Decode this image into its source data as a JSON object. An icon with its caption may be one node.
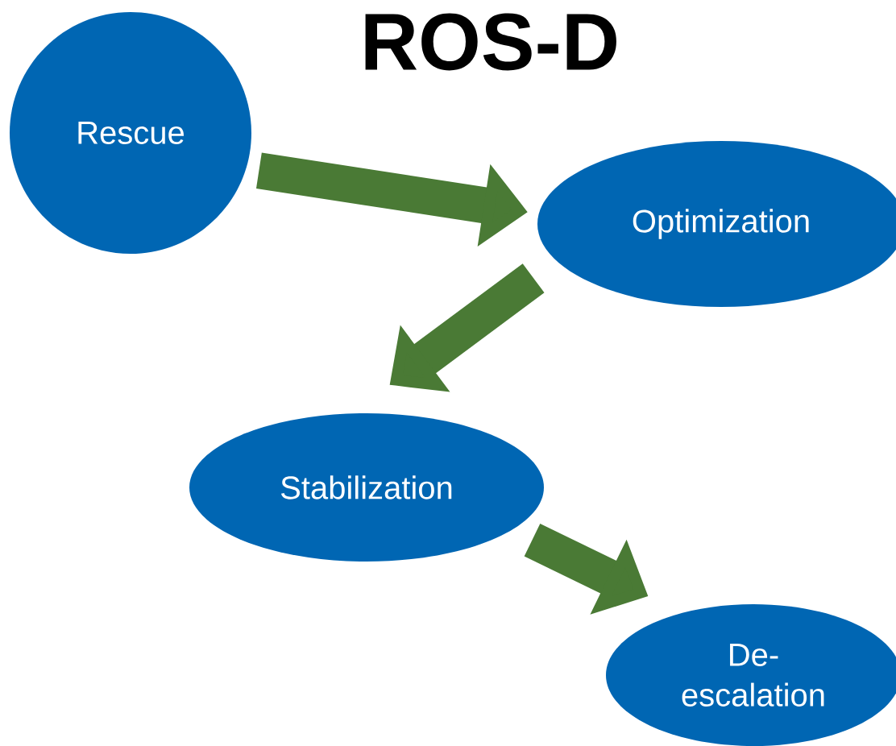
{
  "diagram": {
    "title": "ROS-D",
    "nodes": [
      {
        "text": [
          "Rescue"
        ]
      },
      {
        "text": [
          "Optimization"
        ]
      },
      {
        "text": [
          "Stabilization"
        ]
      },
      {
        "text": [
          "De-escalation"
        ]
      }
    ],
    "edges": [
      {
        "from": 0,
        "to": 1,
        "arrow": "to"
      },
      {
        "from": 1,
        "to": 2,
        "arrow": "to"
      },
      {
        "from": 2,
        "to": 3,
        "arrow": "to"
      }
    ]
  }
}
